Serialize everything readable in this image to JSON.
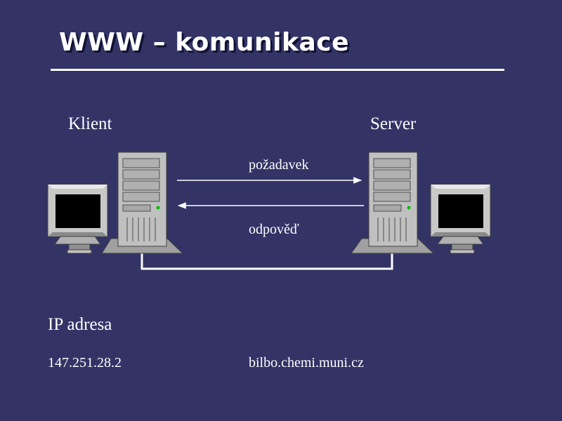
{
  "title": "WWW – komunikace",
  "client": {
    "label": "Klient",
    "ip_label": "IP adresa",
    "ip": "147.251.28.2"
  },
  "server": {
    "label": "Server",
    "hostname": "bilbo.chemi.muni.cz"
  },
  "arrows": {
    "request": "požadavek",
    "response": "odpověď"
  },
  "colors": {
    "background": "#333366",
    "foreground": "#ffffff",
    "computer": "#c0c0c0",
    "led": "#00c000"
  }
}
